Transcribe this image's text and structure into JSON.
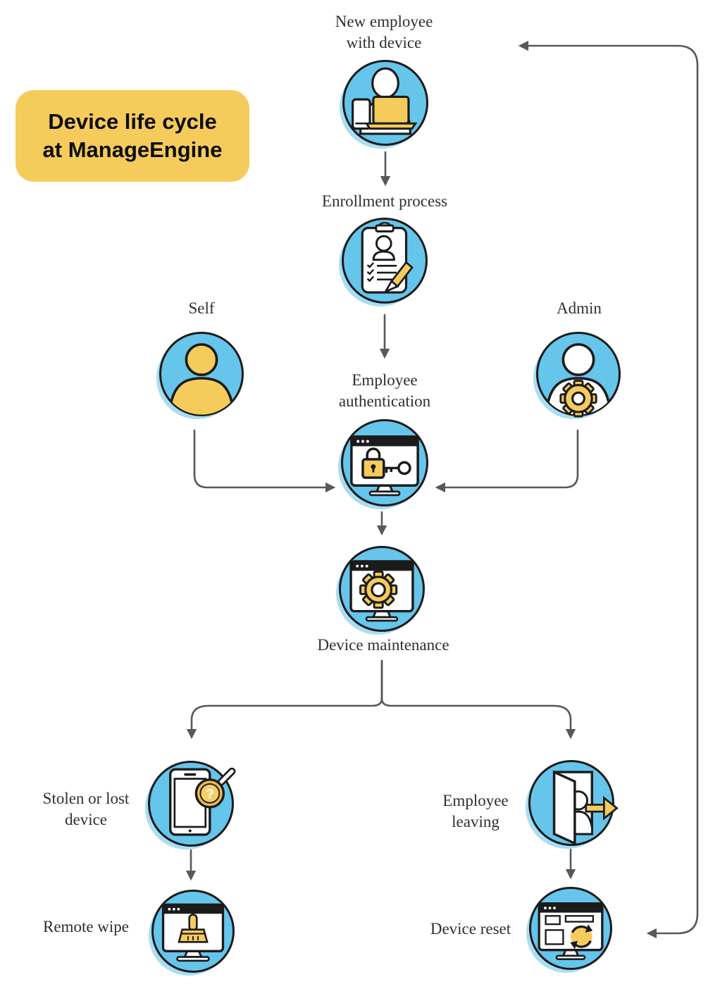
{
  "title": {
    "line1": "Device life cycle",
    "line2": "at ManageEngine"
  },
  "labels": {
    "new_employee": {
      "l1": "New employee",
      "l2": "with device"
    },
    "enrollment": {
      "l1": "Enrollment process"
    },
    "self": {
      "l1": "Self"
    },
    "admin": {
      "l1": "Admin"
    },
    "authentication": {
      "l1": "Employee",
      "l2": "authentication"
    },
    "maintenance": {
      "l1": "Device maintenance"
    },
    "stolen": {
      "l1": "Stolen or lost",
      "l2": "device"
    },
    "leaving": {
      "l1": "Employee",
      "l2": "leaving"
    },
    "remote_wipe": {
      "l1": "Remote wipe"
    },
    "device_reset": {
      "l1": "Device reset"
    }
  },
  "icons": {
    "question_mark": "?"
  },
  "colors": {
    "circle_blue": "#66C5EB",
    "circle_shadow_blue": "#A9DDF3",
    "accent_yellow": "#F5CB5C",
    "magnifier_ring_yellow": "#EDBB4D",
    "connector_gray": "#57585A",
    "outline_black": "#1B1B1B"
  }
}
